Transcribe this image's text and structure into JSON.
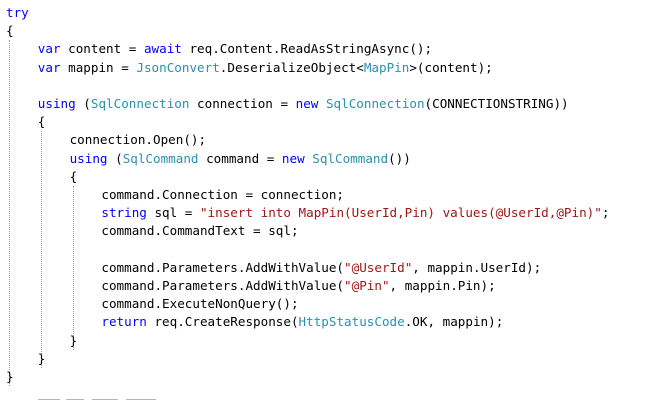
{
  "colors": {
    "keyword": "#0000ff",
    "type": "#2b91af",
    "string": "#a31515",
    "plain": "#000000",
    "background": "#ffffff",
    "indent_guide": "#9a9a9a"
  },
  "code": {
    "lines": [
      {
        "indent": 0,
        "tokens": [
          {
            "t": "try",
            "k": "keyword"
          }
        ]
      },
      {
        "indent": 0,
        "tokens": [
          {
            "t": "{",
            "k": "plain"
          }
        ]
      },
      {
        "indent": 4,
        "tokens": [
          {
            "t": "var",
            "k": "keyword"
          },
          {
            "t": " content = ",
            "k": "plain"
          },
          {
            "t": "await",
            "k": "keyword"
          },
          {
            "t": " req.Content.ReadAsStringAsync();",
            "k": "plain"
          }
        ]
      },
      {
        "indent": 4,
        "tokens": [
          {
            "t": "var",
            "k": "keyword"
          },
          {
            "t": " mappin = ",
            "k": "plain"
          },
          {
            "t": "JsonConvert",
            "k": "type"
          },
          {
            "t": ".DeserializeObject<",
            "k": "plain"
          },
          {
            "t": "MapPin",
            "k": "type"
          },
          {
            "t": ">(content);",
            "k": "plain"
          }
        ]
      },
      {
        "indent": 0,
        "tokens": []
      },
      {
        "indent": 4,
        "tokens": [
          {
            "t": "using",
            "k": "keyword"
          },
          {
            "t": " (",
            "k": "plain"
          },
          {
            "t": "SqlConnection",
            "k": "type"
          },
          {
            "t": " connection = ",
            "k": "plain"
          },
          {
            "t": "new",
            "k": "keyword"
          },
          {
            "t": " ",
            "k": "plain"
          },
          {
            "t": "SqlConnection",
            "k": "type"
          },
          {
            "t": "(CONNECTIONSTRING))",
            "k": "plain"
          }
        ]
      },
      {
        "indent": 4,
        "tokens": [
          {
            "t": "{",
            "k": "plain"
          }
        ]
      },
      {
        "indent": 8,
        "tokens": [
          {
            "t": "connection.Open();",
            "k": "plain"
          }
        ]
      },
      {
        "indent": 8,
        "tokens": [
          {
            "t": "using",
            "k": "keyword"
          },
          {
            "t": " (",
            "k": "plain"
          },
          {
            "t": "SqlCommand",
            "k": "type"
          },
          {
            "t": " command = ",
            "k": "plain"
          },
          {
            "t": "new",
            "k": "keyword"
          },
          {
            "t": " ",
            "k": "plain"
          },
          {
            "t": "SqlCommand",
            "k": "type"
          },
          {
            "t": "())",
            "k": "plain"
          }
        ]
      },
      {
        "indent": 8,
        "tokens": [
          {
            "t": "{",
            "k": "plain"
          }
        ]
      },
      {
        "indent": 12,
        "tokens": [
          {
            "t": "command.Connection = connection;",
            "k": "plain"
          }
        ]
      },
      {
        "indent": 12,
        "tokens": [
          {
            "t": "string",
            "k": "keyword"
          },
          {
            "t": " sql = ",
            "k": "plain"
          },
          {
            "t": "\"insert into MapPin(UserId,Pin) values(@UserId,@Pin)\"",
            "k": "string"
          },
          {
            "t": ";",
            "k": "plain"
          }
        ]
      },
      {
        "indent": 12,
        "tokens": [
          {
            "t": "command.CommandText = sql;",
            "k": "plain"
          }
        ]
      },
      {
        "indent": 0,
        "tokens": []
      },
      {
        "indent": 12,
        "tokens": [
          {
            "t": "command.Parameters.AddWithValue(",
            "k": "plain"
          },
          {
            "t": "\"@UserId\"",
            "k": "string"
          },
          {
            "t": ", mappin.UserId);",
            "k": "plain"
          }
        ]
      },
      {
        "indent": 12,
        "tokens": [
          {
            "t": "command.Parameters.AddWithValue(",
            "k": "plain"
          },
          {
            "t": "\"@Pin\"",
            "k": "string"
          },
          {
            "t": ", mappin.Pin);",
            "k": "plain"
          }
        ]
      },
      {
        "indent": 12,
        "tokens": [
          {
            "t": "command.ExecuteNonQuery();",
            "k": "plain"
          }
        ]
      },
      {
        "indent": 12,
        "tokens": [
          {
            "t": "return",
            "k": "keyword"
          },
          {
            "t": " req.CreateResponse(",
            "k": "plain"
          },
          {
            "t": "HttpStatusCode",
            "k": "type"
          },
          {
            "t": ".OK, mappin);",
            "k": "plain"
          }
        ]
      },
      {
        "indent": 8,
        "tokens": [
          {
            "t": "}",
            "k": "plain"
          }
        ]
      },
      {
        "indent": 4,
        "tokens": [
          {
            "t": "}",
            "k": "plain"
          }
        ]
      },
      {
        "indent": 0,
        "tokens": [
          {
            "t": "}",
            "k": "plain"
          }
        ]
      }
    ]
  }
}
